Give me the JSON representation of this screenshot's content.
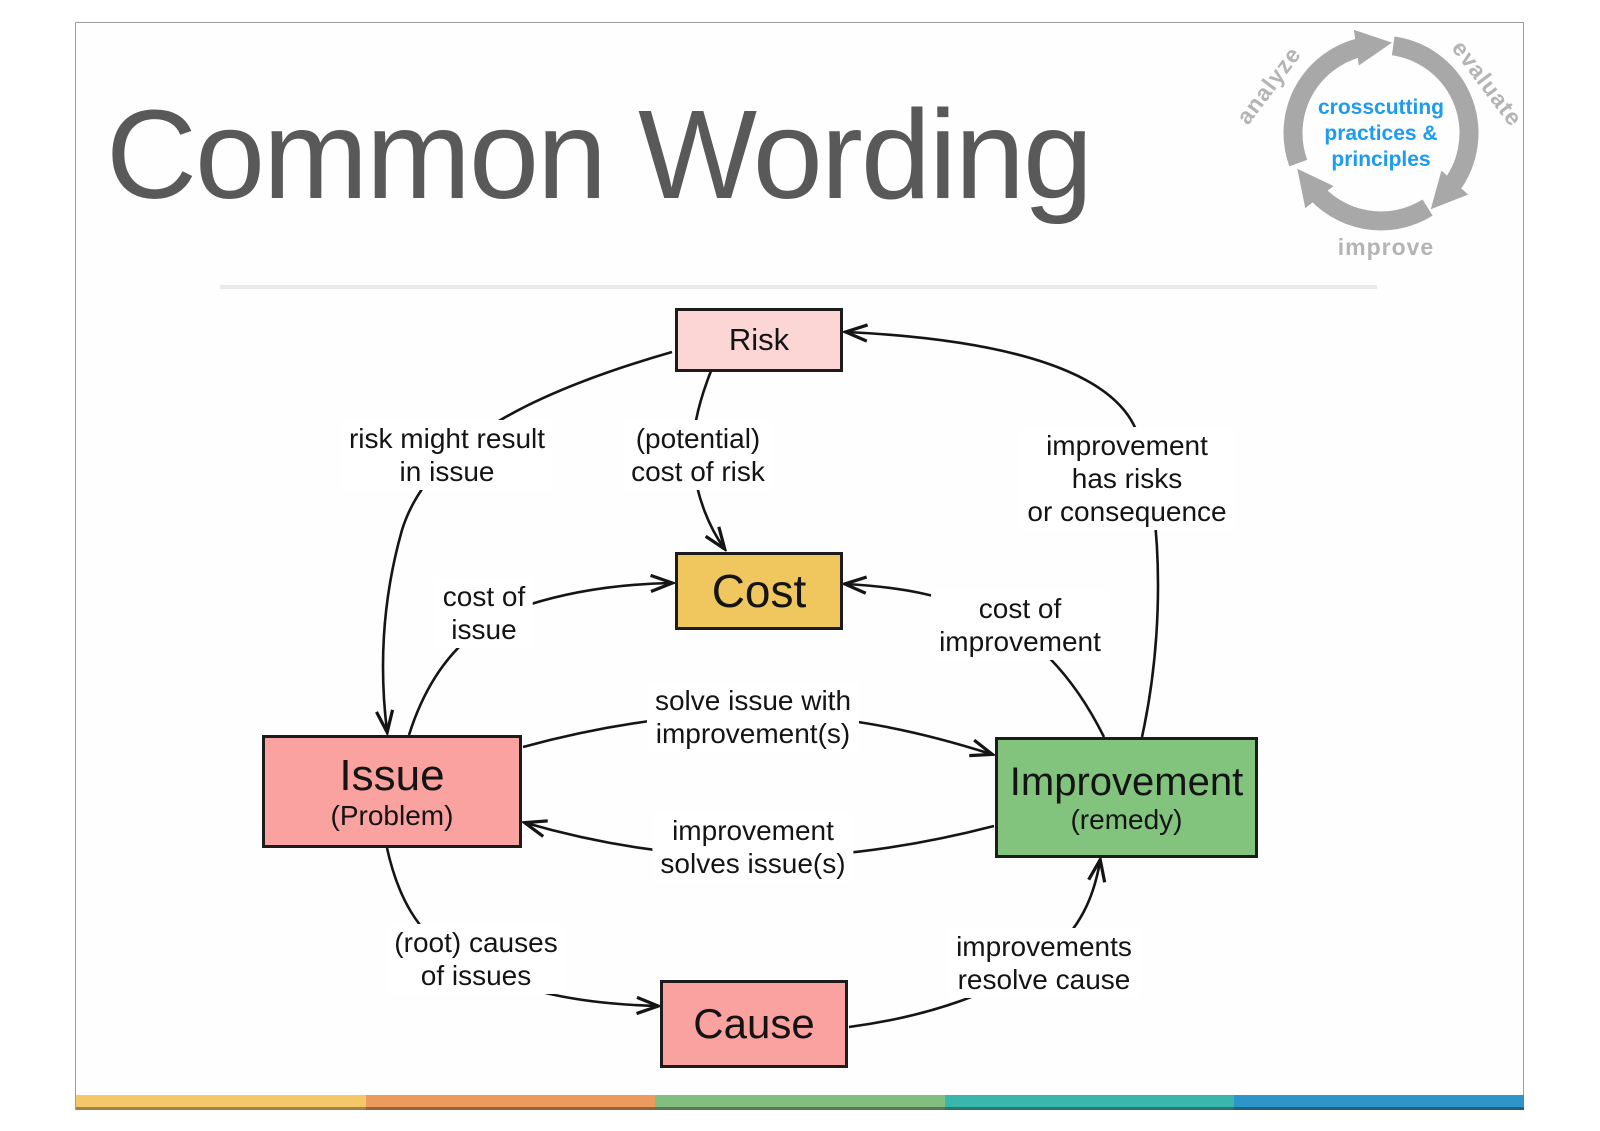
{
  "slide": {
    "title": "Common Wording"
  },
  "logo": {
    "labels": {
      "analyze": "analyze",
      "evaluate": "evaluate",
      "improve": "improve"
    },
    "center_lines": [
      "crosscutting",
      "practices &",
      "principles"
    ],
    "accent_blue": "#1c9bf0",
    "ring_gray": "#a8a8a8"
  },
  "colors": {
    "title": "#595959",
    "arrow": "#151515"
  },
  "diagram": {
    "nodes": {
      "risk": {
        "label": "Risk",
        "fill": "#fbd6d5"
      },
      "cost": {
        "label": "Cost",
        "fill": "#efc75e"
      },
      "issue": {
        "label": "Issue",
        "sublabel": "(Problem)",
        "fill": "#f9a2a0"
      },
      "improvement": {
        "label": "Improvement",
        "sublabel": "(remedy)",
        "fill": "#82c47e"
      },
      "cause": {
        "label": "Cause",
        "fill": "#f9a2a0"
      }
    },
    "edge_labels": {
      "risk_to_issue": [
        "risk might result",
        "in issue"
      ],
      "risk_to_cost": [
        "(potential)",
        "cost of risk"
      ],
      "improvement_to_risk": [
        "improvement",
        "has risks",
        "or consequence"
      ],
      "issue_to_cost": [
        "cost of",
        "issue"
      ],
      "improvement_to_cost": [
        "cost of",
        "improvement"
      ],
      "issue_to_improvement": [
        "solve issue with",
        "improvement(s)"
      ],
      "improvement_to_issue": [
        "improvement",
        "solves issue(s)"
      ],
      "issue_to_cause": [
        "(root) causes",
        "of issues"
      ],
      "cause_to_improvement": [
        "improvements",
        "resolve cause"
      ]
    }
  },
  "footer": {
    "colors": [
      "#f4c869",
      "#ec9a5d",
      "#83bd80",
      "#39b7ad",
      "#2e95c8"
    ]
  }
}
